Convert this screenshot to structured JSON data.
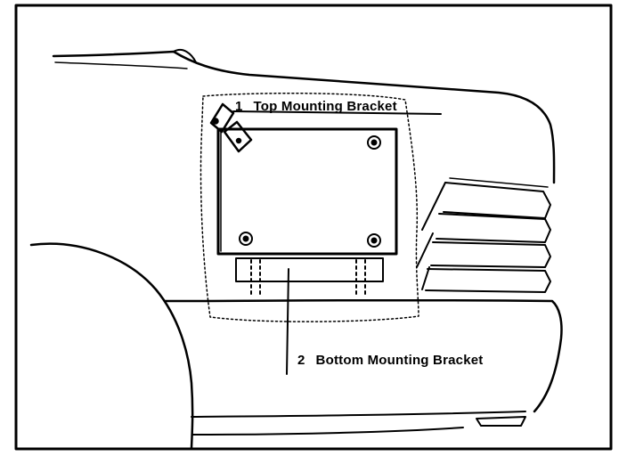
{
  "callouts": [
    {
      "number": "1",
      "text": "Top Mounting Bracket"
    },
    {
      "number": "2",
      "text": "Bottom Mounting Bracket"
    }
  ]
}
